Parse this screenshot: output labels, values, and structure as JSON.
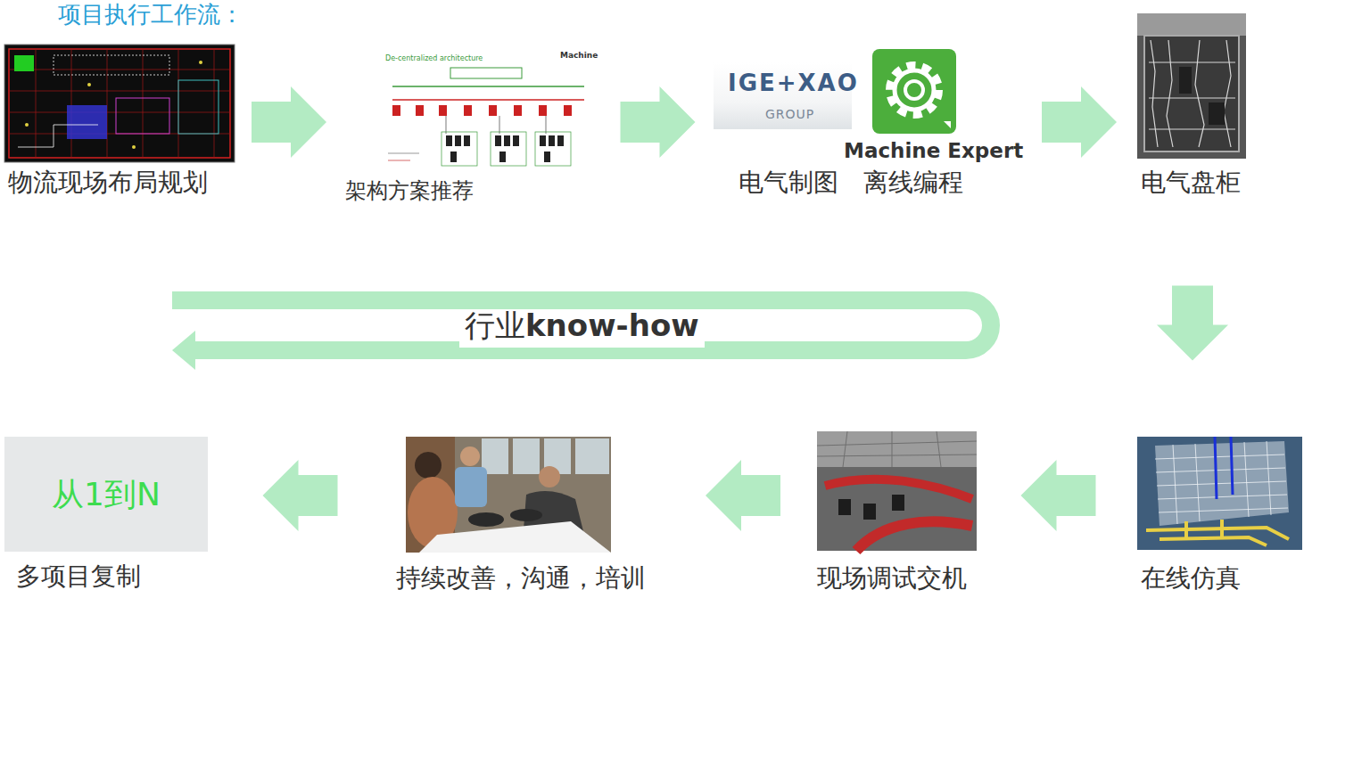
{
  "diagram": {
    "title": "项目执行工作流：",
    "nodes": [
      {
        "text": [
          "物流现场布局规划"
        ]
      },
      {
        "text": [
          "架构方案推荐"
        ]
      },
      {
        "text": [
          "电气制图",
          "离线编程"
        ]
      },
      {
        "text": [
          "电气盘柜"
        ]
      },
      {
        "text": [
          "在线仿真"
        ]
      },
      {
        "text": [
          "现场调试交机"
        ]
      },
      {
        "text": [
          "持续改善，沟通，培训"
        ]
      },
      {
        "text": [
          "从1到N",
          "多项目复制"
        ]
      },
      {
        "text": [
          "行业",
          "know-how"
        ]
      }
    ],
    "edges": [
      {
        "from": 0,
        "to": 1,
        "arrow": "to"
      },
      {
        "from": 1,
        "to": 2,
        "arrow": "to"
      },
      {
        "from": 2,
        "to": 3,
        "arrow": "to"
      },
      {
        "from": 3,
        "to": 4,
        "arrow": "to"
      },
      {
        "from": 4,
        "to": 5,
        "arrow": "to"
      },
      {
        "from": 5,
        "to": 6,
        "arrow": "to"
      },
      {
        "from": 6,
        "to": 7,
        "arrow": "to"
      }
    ],
    "labels": [
      "De-centralized architecture",
      "Machine",
      "IGE+XAO",
      "GROUP",
      "Machine Expert"
    ]
  }
}
